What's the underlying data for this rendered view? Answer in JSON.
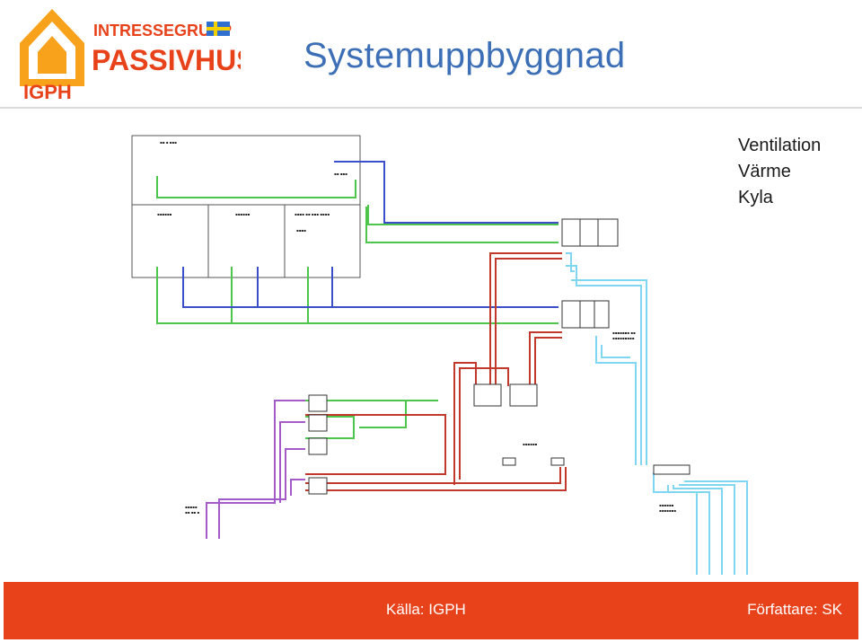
{
  "header": {
    "title": "Systemuppbyggnad",
    "logo": {
      "line1": "INTRESSEGRUPP",
      "line2": "PASSIVHUS",
      "abbr": "IGPH",
      "flag": "swedish-flag"
    }
  },
  "bullets": [
    "Ventilation",
    "Värme",
    "Kyla"
  ],
  "footer": {
    "left": "Källa: IGPH",
    "right": "Författare: SK",
    "color": "#e8421b"
  },
  "colors": {
    "title": "#3d6fb6",
    "ventilation_green": "#4cc74c",
    "supply_blue": "#3a4fc9",
    "heating_red": "#c0392b",
    "cooling_cyan": "#7fd6f0",
    "purple": "#a45ac9"
  }
}
